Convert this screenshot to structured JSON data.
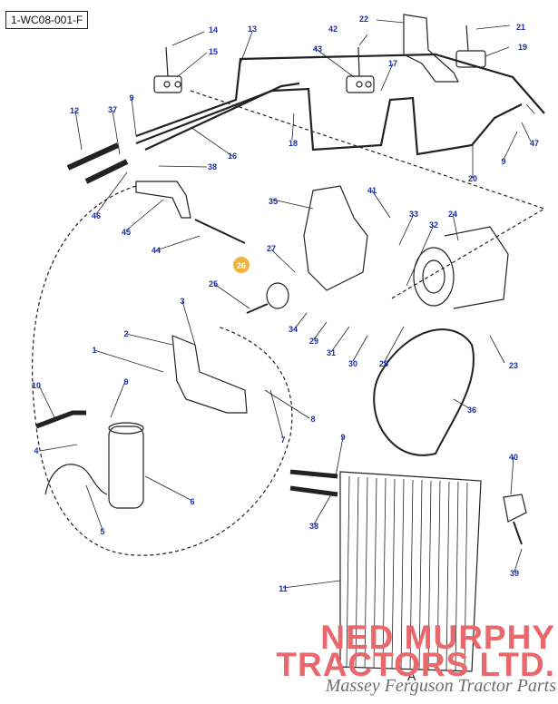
{
  "diagram": {
    "ref_code": "1-WC08-001-F",
    "view_label": "A",
    "highlight_color": "#f0b43c",
    "callout_color": "#1a2ea8",
    "line_color": "#222222",
    "callouts": [
      {
        "num": "1"
      },
      {
        "num": "2"
      },
      {
        "num": "3"
      },
      {
        "num": "4"
      },
      {
        "num": "5"
      },
      {
        "num": "6"
      },
      {
        "num": "7"
      },
      {
        "num": "8"
      },
      {
        "num": "9"
      },
      {
        "num": "9"
      },
      {
        "num": "9"
      },
      {
        "num": "9"
      },
      {
        "num": "10"
      },
      {
        "num": "11"
      },
      {
        "num": "12"
      },
      {
        "num": "13"
      },
      {
        "num": "14"
      },
      {
        "num": "15"
      },
      {
        "num": "16"
      },
      {
        "num": "17"
      },
      {
        "num": "18"
      },
      {
        "num": "19"
      },
      {
        "num": "20"
      },
      {
        "num": "21"
      },
      {
        "num": "22"
      },
      {
        "num": "23"
      },
      {
        "num": "24"
      },
      {
        "num": "25"
      },
      {
        "num": "26",
        "highlight": true
      },
      {
        "num": "27"
      },
      {
        "num": "28"
      },
      {
        "num": "29"
      },
      {
        "num": "30"
      },
      {
        "num": "31"
      },
      {
        "num": "32"
      },
      {
        "num": "33"
      },
      {
        "num": "34"
      },
      {
        "num": "35"
      },
      {
        "num": "36"
      },
      {
        "num": "37"
      },
      {
        "num": "38"
      },
      {
        "num": "38"
      },
      {
        "num": "39"
      },
      {
        "num": "40"
      },
      {
        "num": "41"
      },
      {
        "num": "42"
      },
      {
        "num": "43"
      },
      {
        "num": "44"
      },
      {
        "num": "45"
      },
      {
        "num": "46"
      },
      {
        "num": "47"
      }
    ]
  },
  "watermark": {
    "line1": "NED MURPHY",
    "line2": "TRACTORS LTD.",
    "tagline": "Massey Ferguson Tractor Parts",
    "color": "#e8686b"
  }
}
